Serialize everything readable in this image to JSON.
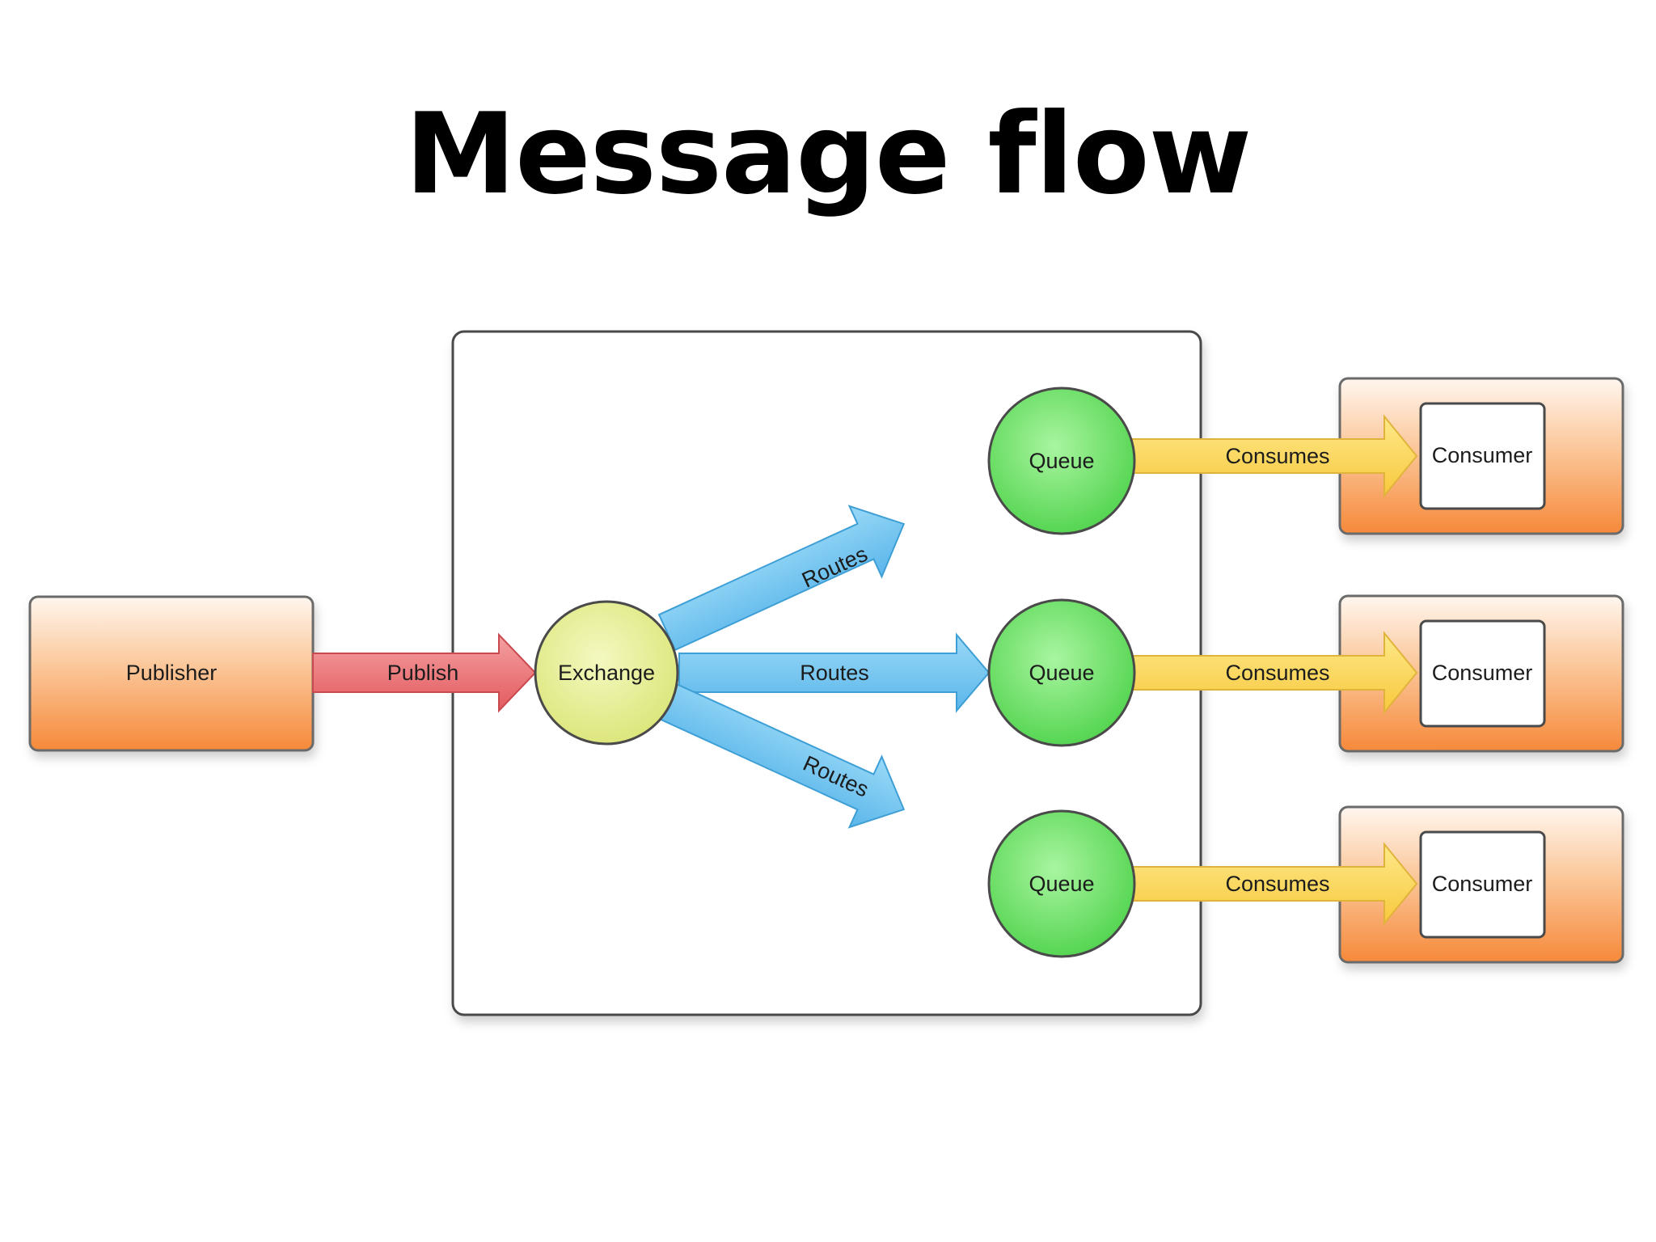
{
  "title": "Message flow",
  "publisher": {
    "label": "Publisher"
  },
  "publish_arrow": {
    "label": "Publish"
  },
  "exchange": {
    "label": "Exchange"
  },
  "routes": [
    {
      "label": "Routes"
    },
    {
      "label": "Routes"
    },
    {
      "label": "Routes"
    }
  ],
  "queues": [
    {
      "label": "Queue"
    },
    {
      "label": "Queue"
    },
    {
      "label": "Queue"
    }
  ],
  "consumes": [
    {
      "label": "Consumes"
    },
    {
      "label": "Consumes"
    },
    {
      "label": "Consumes"
    }
  ],
  "consumers": [
    {
      "label": "Consumer"
    },
    {
      "label": "Consumer"
    },
    {
      "label": "Consumer"
    }
  ],
  "colors": {
    "publisher_box": "#f79a4c",
    "publish_arrow": "#e9666a",
    "exchange": "#e6ef8c",
    "routes_arrow": "#6ec3f0",
    "queue": "#6fe06d",
    "consumes_arrow": "#fbd75a"
  }
}
